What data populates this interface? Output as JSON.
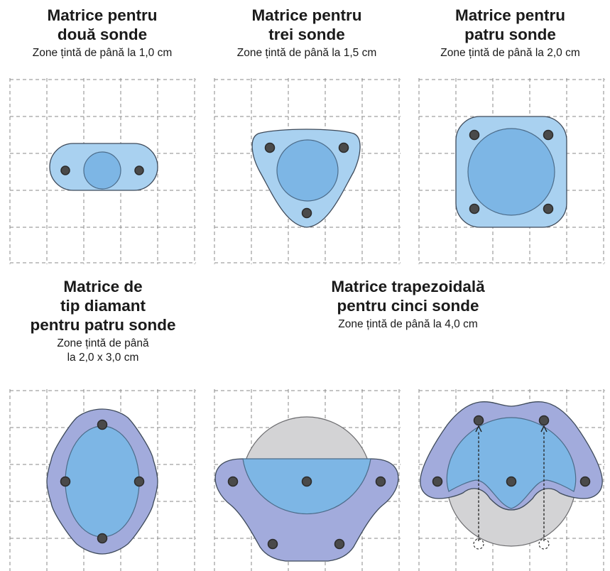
{
  "arrays": [
    {
      "title_lines": [
        "Matrice pentru",
        "două sonde"
      ],
      "sub_lines": [
        "Zone țintă de până la 1,0 cm"
      ],
      "probes": 2
    },
    {
      "title_lines": [
        "Matrice pentru",
        "trei sonde"
      ],
      "sub_lines": [
        "Zone țintă de până la 1,5 cm"
      ],
      "probes": 3
    },
    {
      "title_lines": [
        "Matrice pentru",
        "patru sonde"
      ],
      "sub_lines": [
        "Zone țintă de până la 2,0 cm"
      ],
      "probes": 4
    },
    {
      "title_lines": [
        "Matrice de",
        "tip diamant",
        "pentru patru sonde"
      ],
      "sub_lines": [
        "Zone țintă de până",
        "la 2,0 x 3,0 cm"
      ],
      "probes": 4
    },
    {
      "title_lines": [
        "Matrice trapezoidală",
        "pentru cinci sonde"
      ],
      "sub_lines": [
        "Zone țintă de până la 4,0 cm"
      ],
      "probes": 5
    }
  ],
  "colors": {
    "ablation_zone": "#a9d1f0",
    "target_zone": "#7db6e5",
    "diamond_zone": "#a2abdc",
    "excluded_zone": "#d3d3d5",
    "probe": "#4a4a4a",
    "grid": "#8a8a8a"
  }
}
